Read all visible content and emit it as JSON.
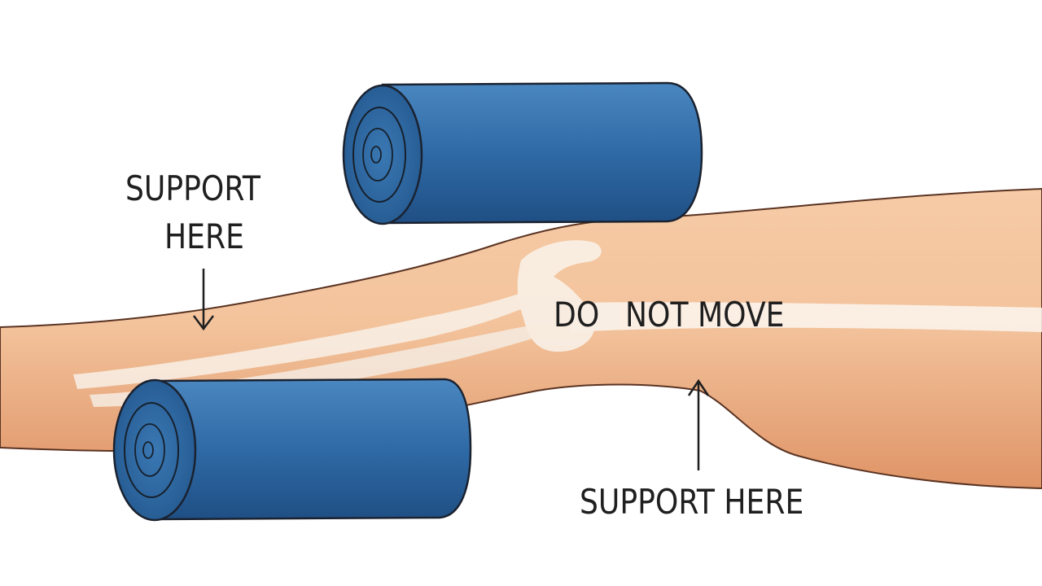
{
  "labels": {
    "support_left_line1": "SUPPORT",
    "support_left_line2": "HERE",
    "do": "DO",
    "not_move": "NOT MOVE",
    "support_right": "SUPPORT HERE"
  },
  "colors": {
    "skin": "#f0b890",
    "skin_shadow": "#d98a5a",
    "bone": "#f8efe6",
    "roll_blue": "#2f6aa6",
    "roll_dark": "#1d4d80",
    "outline": "#2a1a14"
  }
}
